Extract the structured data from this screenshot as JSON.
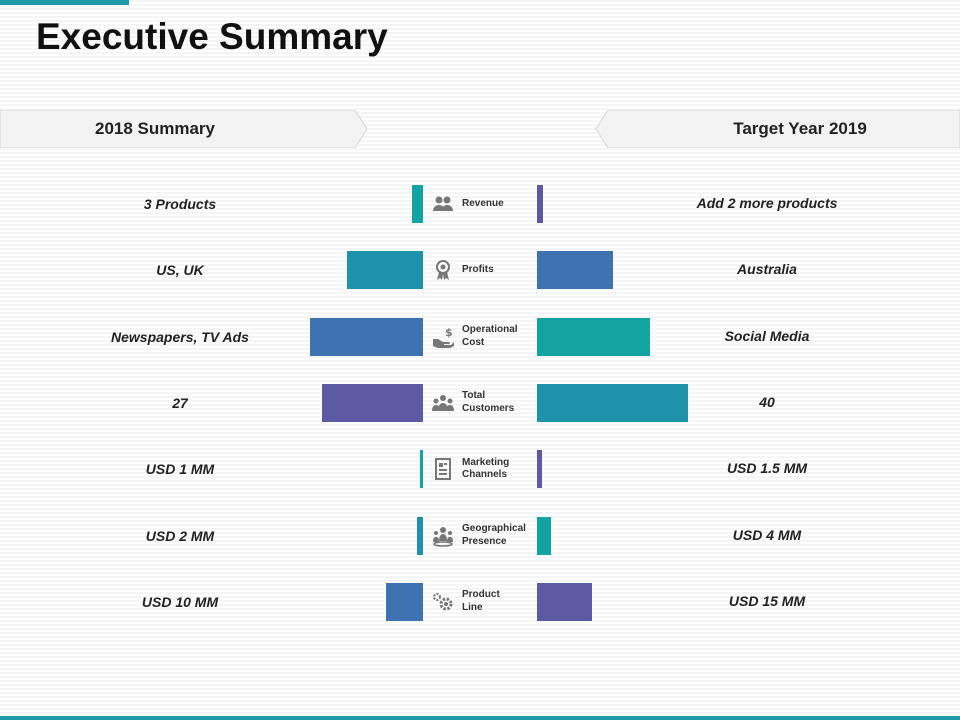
{
  "title": "Executive Summary",
  "left_header": "2018 Summary",
  "right_header": "Target Year 2019",
  "rows": [
    {
      "metric": [
        "Revenue"
      ],
      "icon": "users-icon",
      "left_value": "3 Products",
      "right_value": "Add 2 more products",
      "left_bar": 0.1,
      "right_bar": 0.05,
      "left_color": "#13a3a0",
      "right_color": "#5c5aa3"
    },
    {
      "metric": [
        "Profits"
      ],
      "icon": "award-icon",
      "left_value": "US, UK",
      "right_value": "Australia",
      "left_bar": 0.67,
      "right_bar": 0.67,
      "left_color": "#1e92ab",
      "right_color": "#3e72b0"
    },
    {
      "metric": [
        "Operational",
        "Cost"
      ],
      "icon": "money-hand-icon",
      "left_value": "Newspapers, TV Ads",
      "right_value": "Social Media",
      "left_bar": 1.0,
      "right_bar": 1.0,
      "left_color": "#3e72b0",
      "right_color": "#13a3a0"
    },
    {
      "metric": [
        "Total",
        "Customers"
      ],
      "icon": "group-icon",
      "left_value": "27",
      "right_value": "40",
      "left_bar": 0.89,
      "right_bar": 1.34,
      "left_color": "#5c5aa3",
      "right_color": "#1e92ab"
    },
    {
      "metric": [
        "Marketing",
        "Channels"
      ],
      "icon": "document-icon",
      "left_value": "USD 1 MM",
      "right_value": "USD 1.5 MM",
      "left_bar": 0.03,
      "right_bar": 0.04,
      "left_color": "#13a3a0",
      "right_color": "#5c5aa3"
    },
    {
      "metric": [
        "Geographical",
        "Presence"
      ],
      "icon": "people-pin-icon",
      "left_value": "USD 2 MM",
      "right_value": "USD 4 MM",
      "left_bar": 0.05,
      "right_bar": 0.12,
      "left_color": "#1e92ab",
      "right_color": "#13a3a0"
    },
    {
      "metric": [
        "Product",
        "Line"
      ],
      "icon": "gears-icon",
      "left_value": "USD 10 MM",
      "right_value": "USD 15 MM",
      "left_bar": 0.33,
      "right_bar": 0.49,
      "left_color": "#3e72b0",
      "right_color": "#5c5aa3"
    }
  ]
}
